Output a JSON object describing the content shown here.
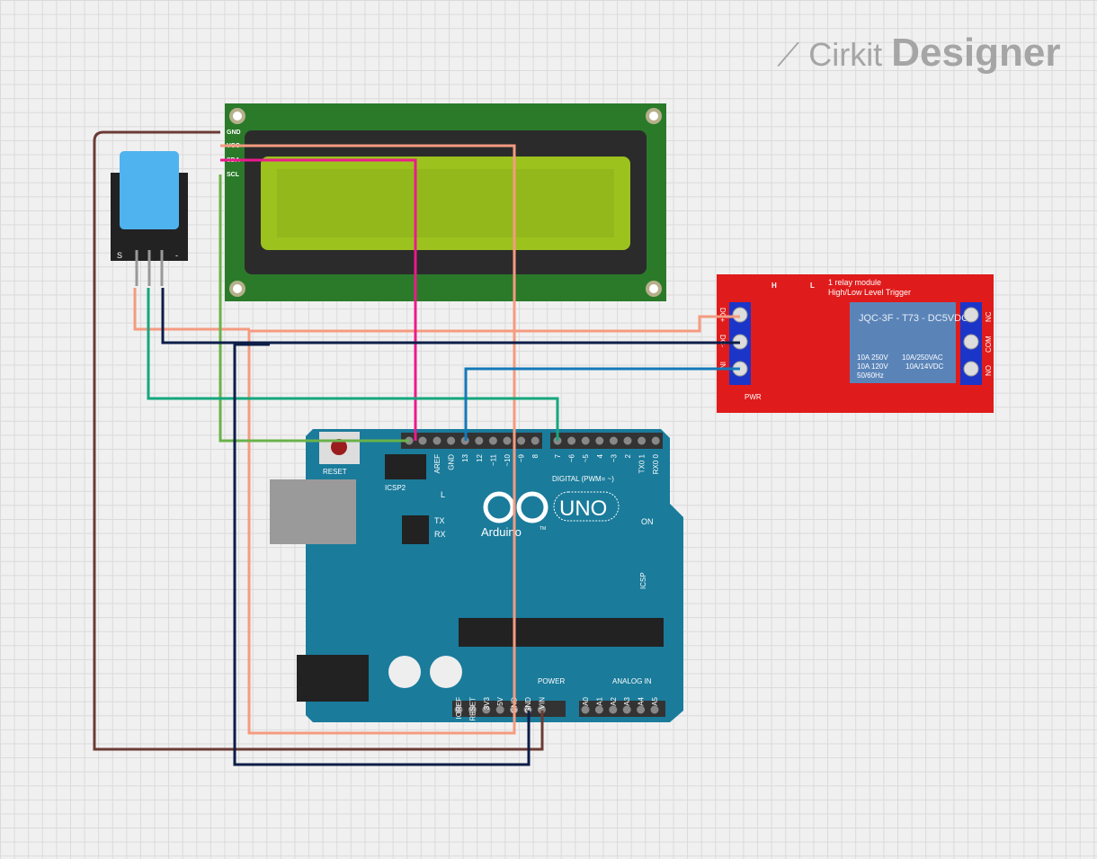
{
  "logo": {
    "part1": "Cirkit",
    "part2": "Designer"
  },
  "lcd": {
    "pins": [
      "GND",
      "VCC",
      "SDA",
      "SCL"
    ]
  },
  "dht": {
    "labels": [
      "S",
      "-"
    ]
  },
  "relay": {
    "title": "1 relay module",
    "subtitle": "High/Low Level Trigger",
    "relay_label": "JQC-3F - T73 - DC5VDC",
    "spec_left": [
      "10A 250V",
      "10A 120V",
      "50/60Hz"
    ],
    "spec_right": [
      "10A/250VAC",
      "10A/14VDC"
    ],
    "left_pins": [
      "DC+",
      "DC-",
      "IN"
    ],
    "right_pins": [
      "NC",
      "COM",
      "NO"
    ],
    "jumper": [
      "H",
      "L"
    ],
    "pwr": "PWR"
  },
  "arduino": {
    "reset": "RESET",
    "icsp2": "ICSP2",
    "icsp": "ICSP",
    "digital": "DIGITAL (PWM= ~)",
    "brand": "Arduino",
    "model": "UNO",
    "tm": "TM",
    "on": "ON",
    "leds": [
      "L",
      "TX",
      "RX"
    ],
    "power": "POWER",
    "analog": "ANALOG IN",
    "top_pins": [
      "AREF",
      "GND",
      "13",
      "12",
      "~11",
      "~10",
      "~9",
      "8"
    ],
    "top_pins2": [
      "7",
      "~6",
      "~5",
      "4",
      "~3",
      "2",
      "TX0 1",
      "RX0 0"
    ],
    "power_pins": [
      "IOREF",
      "RESET",
      "3V3",
      "5V",
      "GND",
      "GND",
      "VIN"
    ],
    "analog_pins": [
      "A0",
      "A1",
      "A2",
      "A3",
      "A4",
      "A5"
    ]
  },
  "colors": {
    "gnd": "#6b3b35",
    "vcc": "#f59b80",
    "sda": "#ec1a8c",
    "scl": "#6ab24a",
    "data": "#15a67e",
    "ground": "#0c1d48",
    "in": "#1479b8",
    "board": "#1a7b9b",
    "relay": "#e01b1b",
    "lcd": "#2a7a2a"
  }
}
